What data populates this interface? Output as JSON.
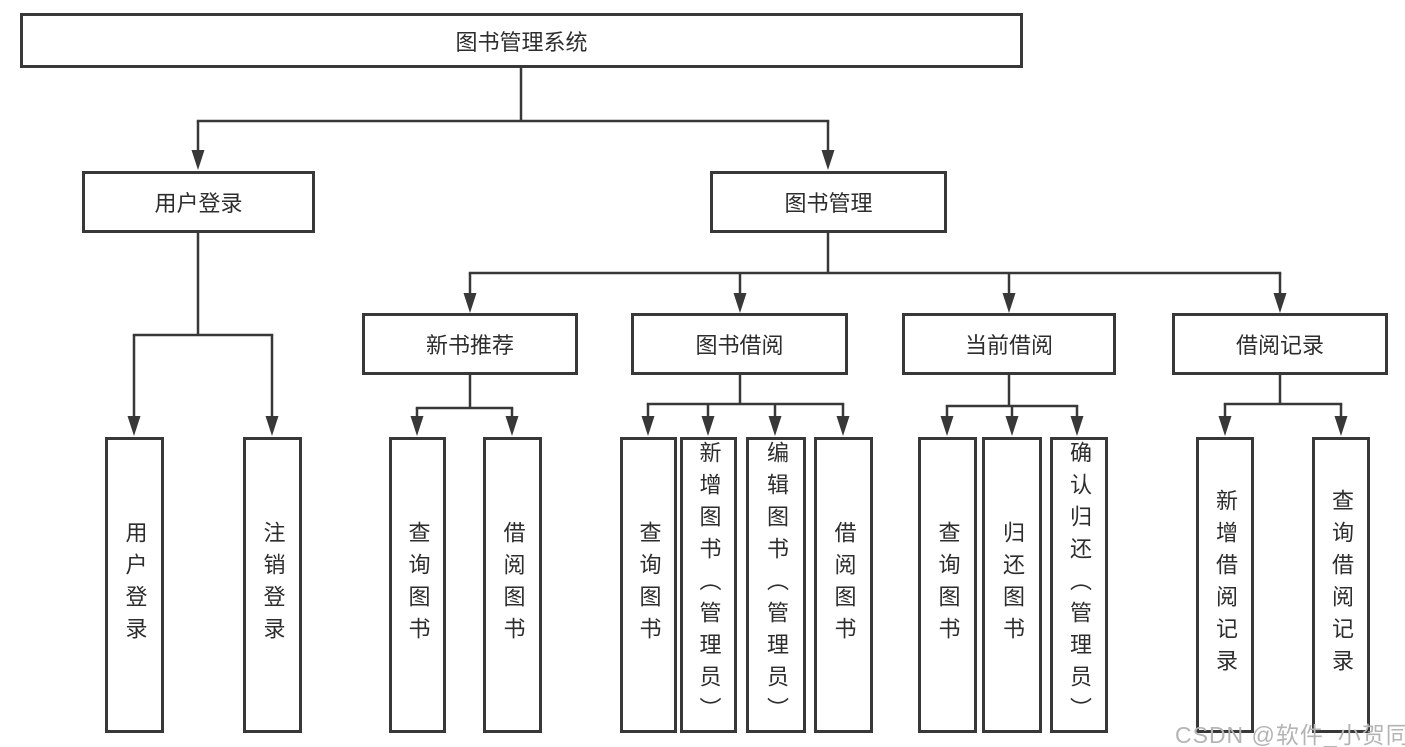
{
  "tree": {
    "root": {
      "label": "图书管理系统"
    },
    "branches": [
      {
        "label": "用户登录",
        "children": [
          {
            "label": "用户登录"
          },
          {
            "label": "注销登录"
          }
        ]
      },
      {
        "label": "图书管理",
        "children": [
          {
            "label": "新书推荐",
            "children": [
              {
                "label": "查询图书"
              },
              {
                "label": "借阅图书"
              }
            ]
          },
          {
            "label": "图书借阅",
            "children": [
              {
                "label": "查询图书"
              },
              {
                "label": "新增图书（管理员）"
              },
              {
                "label": "编辑图书（管理员）"
              },
              {
                "label": "借阅图书"
              }
            ]
          },
          {
            "label": "当前借阅",
            "children": [
              {
                "label": "查询图书"
              },
              {
                "label": "归还图书"
              },
              {
                "label": "确认归还（管理员）"
              }
            ]
          },
          {
            "label": "借阅记录",
            "children": [
              {
                "label": "新增借阅记录"
              },
              {
                "label": "查询借阅记录"
              }
            ]
          }
        ]
      }
    ]
  },
  "watermark": {
    "text": "CSDN @软件_小贺同学",
    "color": "#b4b4b4"
  },
  "colors": {
    "line": "#383838",
    "border": "#383838",
    "text": "#2d2d2d",
    "background": "#ffffff"
  }
}
